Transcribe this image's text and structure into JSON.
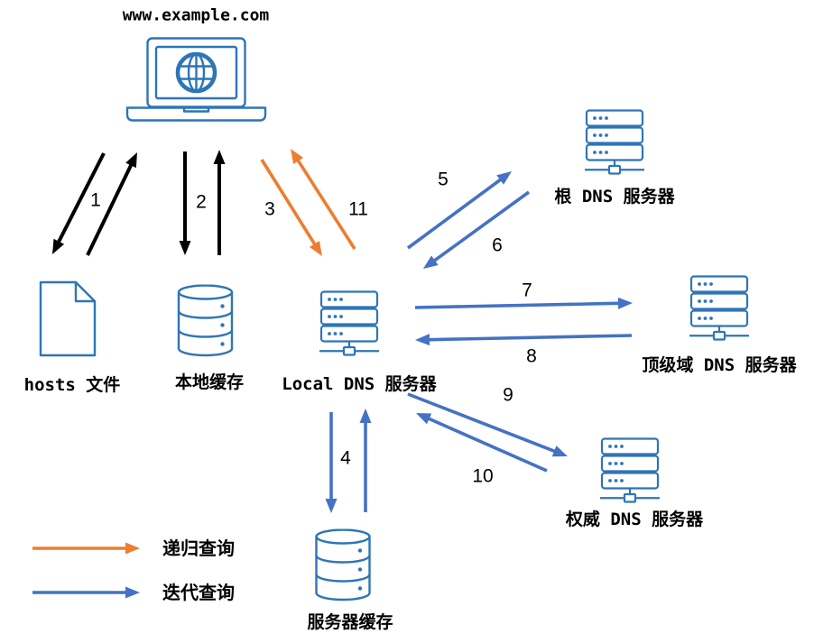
{
  "title": "www.example.com",
  "client": {
    "icon": "laptop-icon",
    "screen_icon": "globe-icon"
  },
  "nodes": {
    "hosts_file": {
      "label": "hosts 文件",
      "icon": "file-icon"
    },
    "local_cache": {
      "label": "本地缓存",
      "icon": "database-icon"
    },
    "local_dns": {
      "label": "Local DNS 服务器",
      "icon": "server-icon"
    },
    "root_dns": {
      "label": "根 DNS 服务器",
      "icon": "server-icon"
    },
    "tld_dns": {
      "label": "顶级域 DNS 服务器",
      "icon": "server-icon"
    },
    "authoritative_dns": {
      "label": "权威 DNS 服务器",
      "icon": "server-icon"
    },
    "server_cache": {
      "label": "服务器缓存",
      "icon": "database-icon"
    }
  },
  "steps": [
    {
      "label": "1",
      "color": "#000000"
    },
    {
      "label": "2",
      "color": "#000000"
    },
    {
      "label": "3",
      "color": "#ED7D31"
    },
    {
      "label": "4",
      "color": "#4472C4"
    },
    {
      "label": "5",
      "color": "#4472C4"
    },
    {
      "label": "6",
      "color": "#4472C4"
    },
    {
      "label": "7",
      "color": "#4472C4"
    },
    {
      "label": "8",
      "color": "#4472C4"
    },
    {
      "label": "9",
      "color": "#4472C4"
    },
    {
      "label": "10",
      "color": "#4472C4"
    },
    {
      "label": "11",
      "color": "#ED7D31"
    }
  ],
  "legend": [
    {
      "label": "递归查询",
      "color": "#ED7D31"
    },
    {
      "label": "迭代查询",
      "color": "#4472C4"
    }
  ],
  "colors": {
    "icon": "#2E75B6",
    "recursive": "#ED7D31",
    "iterative": "#4472C4",
    "local": "#000000",
    "text": "#000000",
    "background": "#FFFFFF"
  }
}
